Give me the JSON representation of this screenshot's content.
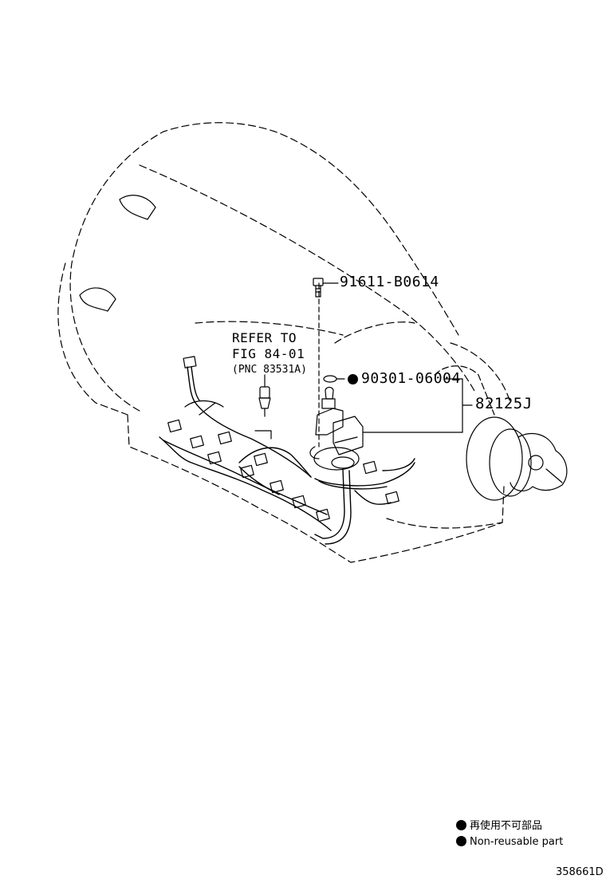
{
  "parts": {
    "bolt": "91611-B0614",
    "gasket": "90301-06004",
    "assembly": "82125J"
  },
  "reference": {
    "line1": "REFER TO",
    "line2": "FIG 84-01",
    "line3": "(PNC 83531A)"
  },
  "legend": {
    "japanese": "再使用不可部品",
    "english": "Non-reusable part"
  },
  "figure_code": "358661D",
  "colors": {
    "ink": "#000000",
    "background": "#ffffff"
  }
}
